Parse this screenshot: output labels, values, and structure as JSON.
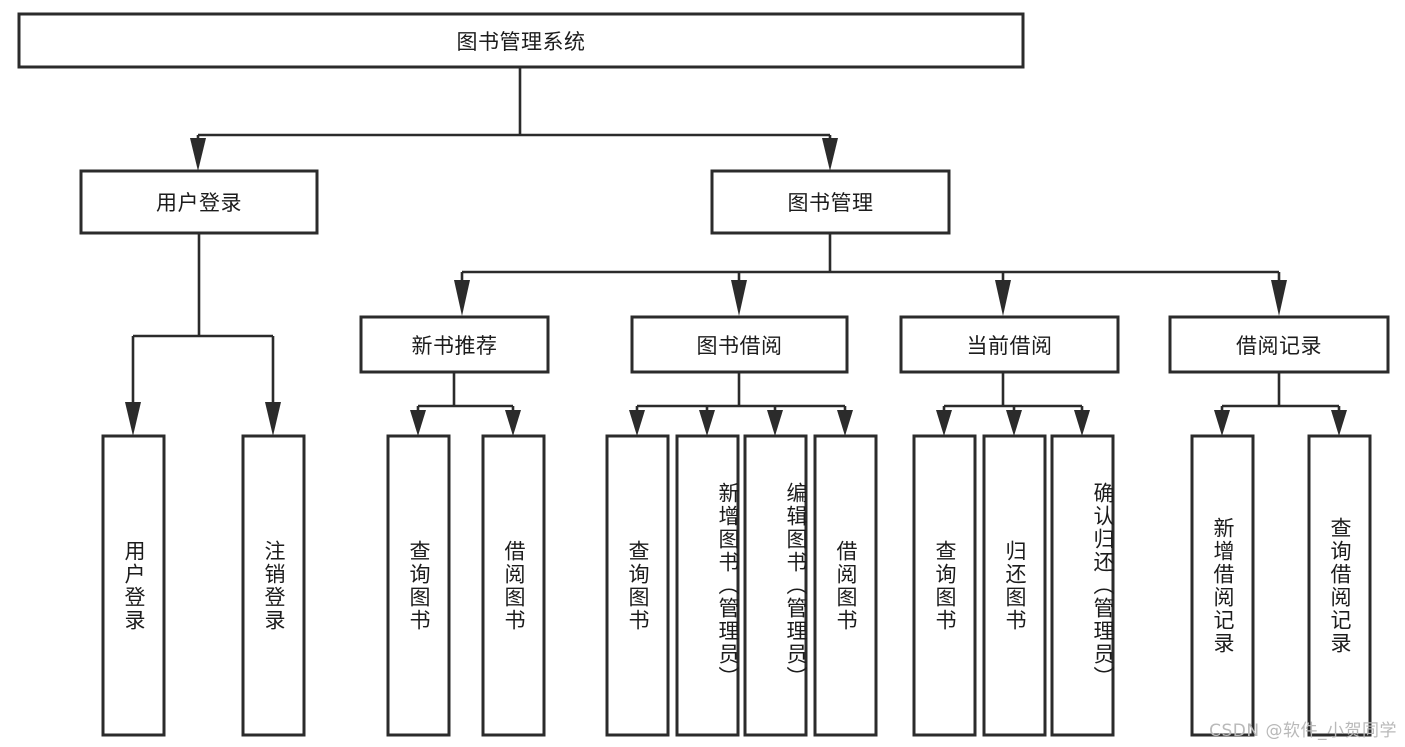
{
  "diagram": {
    "type": "tree-hierarchy",
    "title": "图书管理系统",
    "theme": {
      "background": "#ffffff",
      "box_fill": "#ffffff",
      "box_stroke": "#2b2b2b",
      "connector": "#2b2b2b",
      "text": "#1c1c1c",
      "watermark": "#b9b9b9"
    },
    "root": {
      "label": "图书管理系统",
      "orientation": "horizontal"
    },
    "level2": [
      {
        "label": "用户登录",
        "orientation": "horizontal"
      },
      {
        "label": "图书管理",
        "orientation": "horizontal"
      }
    ],
    "level3": [
      {
        "label": "新书推荐",
        "orientation": "horizontal"
      },
      {
        "label": "图书借阅",
        "orientation": "horizontal"
      },
      {
        "label": "当前借阅",
        "orientation": "horizontal"
      },
      {
        "label": "借阅记录",
        "orientation": "horizontal"
      }
    ],
    "leaves": {
      "user_login": [
        {
          "label": "用户登录",
          "orientation": "vertical"
        },
        {
          "label": "注销登录",
          "orientation": "vertical"
        }
      ],
      "new_book_recommend": [
        {
          "label": "查询图书",
          "orientation": "vertical"
        },
        {
          "label": "借阅图书",
          "orientation": "vertical"
        }
      ],
      "book_borrow": [
        {
          "label": "查询图书",
          "orientation": "vertical"
        },
        {
          "label": "新增图书（管理员）",
          "orientation": "vertical"
        },
        {
          "label": "编辑图书（管理员）",
          "orientation": "vertical"
        },
        {
          "label": "借阅图书",
          "orientation": "vertical"
        }
      ],
      "current_borrow": [
        {
          "label": "查询图书",
          "orientation": "vertical"
        },
        {
          "label": "归还图书",
          "orientation": "vertical"
        },
        {
          "label": "确认归还（管理员）",
          "orientation": "vertical"
        }
      ],
      "borrow_record": [
        {
          "label": "新增借阅记录",
          "orientation": "vertical"
        },
        {
          "label": "查询借阅记录",
          "orientation": "vertical"
        }
      ]
    },
    "watermark": "CSDN @软件_小贺同学"
  }
}
